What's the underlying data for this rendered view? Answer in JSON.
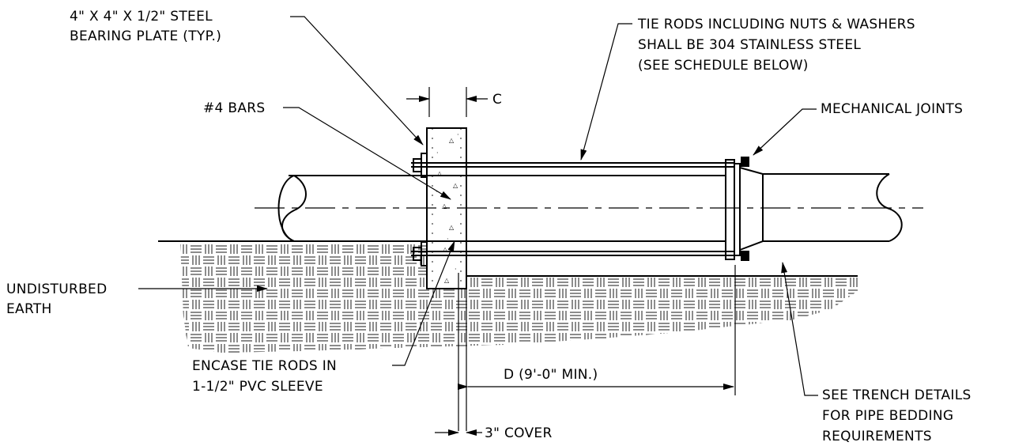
{
  "labels": {
    "bearing_plate": [
      "4\" X 4\" X 1/2\" STEEL",
      "BEARING PLATE (TYP.)"
    ],
    "bars": "#4 BARS",
    "dim_c": "C",
    "tie_rods": [
      "TIE RODS INCLUDING NUTS & WASHERS",
      "SHALL BE 304 STAINLESS STEEL",
      "(SEE SCHEDULE BELOW)"
    ],
    "mechanical_joints": "MECHANICAL JOINTS",
    "undisturbed_earth": [
      "UNDISTURBED",
      "EARTH"
    ],
    "encase_tie_rods": [
      "ENCASE TIE RODS IN",
      "1-1/2\" PVC SLEEVE"
    ],
    "dim_d": "D (9'-0\" MIN.)",
    "cover": "3\" COVER",
    "trench_details": [
      "SEE TRENCH DETAILS",
      "FOR PIPE BEDDING",
      "REQUIREMENTS"
    ]
  }
}
